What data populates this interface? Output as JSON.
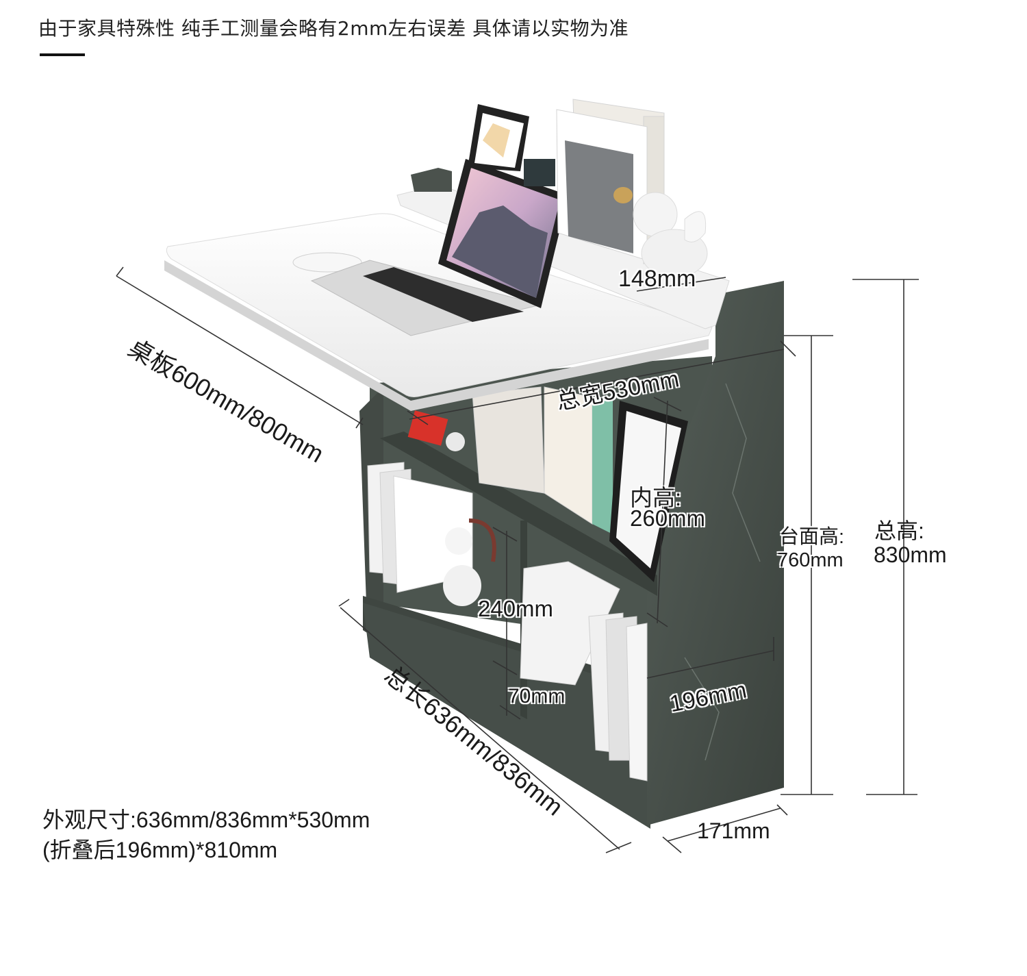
{
  "notice": "由于家具特殊性 纯手工测量会略有2mm左右误差 具体请以实物为准",
  "dimensions": {
    "desktop": "桌板600mm/800mm",
    "shelf_depth": "148mm",
    "total_width": "总宽530mm",
    "inner_height_label": "内高:",
    "inner_height_value": "260mm",
    "table_height_label": "台面高:",
    "table_height_value": "760mm",
    "total_height_label": "总高:",
    "total_height_value": "830mm",
    "lower_shelf": "240mm",
    "base": "70mm",
    "folded_depth": "196mm",
    "total_length": "总长636mm/836mm",
    "foot": "171mm"
  },
  "summary": {
    "line1": "外观尺寸:636mm/836mm*530mm",
    "line2": "(折叠后196mm)*810mm"
  },
  "colors": {
    "stone": "#4a524c",
    "stone_dark": "#3a413c",
    "desk_white": "#f4f4f4",
    "line": "#333333"
  }
}
